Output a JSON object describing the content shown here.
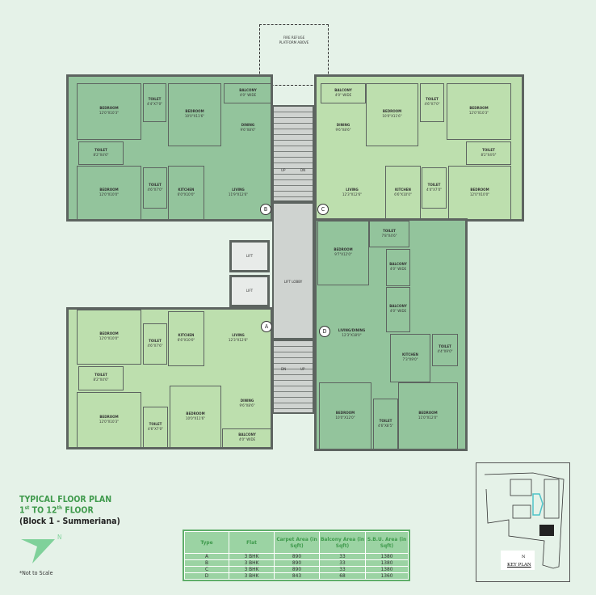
{
  "title": {
    "line1": "TYPICAL FLOOR PLAN",
    "line2_pre": "1",
    "line2_sup1": "st",
    "line2_mid": " TO 12",
    "line2_sup2": "th",
    "line2_post": " FLOOR",
    "line3": "(Block 1 - Summeriana)"
  },
  "north_label": "N",
  "scale_note": "*Not to Scale",
  "fire_refuge": "FIRE REFUGE PLATFORM ABOVE",
  "core": {
    "lift_label": "LIFT",
    "lift_lobby": "LIFT LOBBY",
    "up": "UP",
    "dn": "DN"
  },
  "colors": {
    "unit_medium": "#93c49c",
    "unit_light": "#bddfae",
    "title_green": "#3f9a4c"
  },
  "units": {
    "B": {
      "tag": "B",
      "rooms": [
        {
          "name": "BEDROOM",
          "dim": "12'0\"X10'3\""
        },
        {
          "name": "TOILET",
          "dim": "4'4\"X7'0\""
        },
        {
          "name": "BEDROOM",
          "dim": "10'0\"X11'6\""
        },
        {
          "name": "BALCONY",
          "dim": "4'0\" WIDE"
        },
        {
          "name": "DINING",
          "dim": "9'6\"X8'6\""
        },
        {
          "name": "TOILET",
          "dim": "8'2\"X4'6\""
        },
        {
          "name": "BEDROOM",
          "dim": "12'0\"X10'0\""
        },
        {
          "name": "TOILET",
          "dim": "4'6\"X7'0\""
        },
        {
          "name": "KITCHEN",
          "dim": "6'0\"X10'0\""
        },
        {
          "name": "LIVING",
          "dim": "11'9\"X12'6\""
        }
      ]
    },
    "C": {
      "tag": "C",
      "rooms": [
        {
          "name": "BALCONY",
          "dim": "4'0\" WIDE"
        },
        {
          "name": "BEDROOM",
          "dim": "10'0\"X11'6\""
        },
        {
          "name": "TOILET",
          "dim": "4'6\"X7'0\""
        },
        {
          "name": "BEDROOM",
          "dim": "12'0\"X10'3\""
        },
        {
          "name": "DINING",
          "dim": "9'6\"X8'6\""
        },
        {
          "name": "TOILET",
          "dim": "8'2\"X4'6\""
        },
        {
          "name": "LIVING",
          "dim": "12'3\"X12'6\""
        },
        {
          "name": "KITCHEN",
          "dim": "6'6\"X10'0\""
        },
        {
          "name": "TOILET",
          "dim": "4'4\"X7'0\""
        },
        {
          "name": "BEDROOM",
          "dim": "12'0\"X10'0\""
        }
      ]
    },
    "A": {
      "tag": "A",
      "rooms": [
        {
          "name": "BEDROOM",
          "dim": "12'0\"X10'0\""
        },
        {
          "name": "TOILET",
          "dim": "4'6\"X7'6\""
        },
        {
          "name": "KITCHEN",
          "dim": "6'6\"X10'0\""
        },
        {
          "name": "LIVING",
          "dim": "12'3\"X12'6\""
        },
        {
          "name": "TOILET",
          "dim": "8'2\"X4'6\""
        },
        {
          "name": "BEDROOM",
          "dim": "12'0\"X10'3\""
        },
        {
          "name": "TOILET",
          "dim": "4'6\"X7'0\""
        },
        {
          "name": "BEDROOM",
          "dim": "10'0\"X11'6\""
        },
        {
          "name": "DINING",
          "dim": "9'6\"X8'6\""
        },
        {
          "name": "BALCONY",
          "dim": "4'0\" WIDE"
        }
      ]
    },
    "D": {
      "tag": "D",
      "rooms": [
        {
          "name": "BEDROOM",
          "dim": "9'7\"X12'0\""
        },
        {
          "name": "TOILET",
          "dim": "7'8\"X4'6\""
        },
        {
          "name": "BALCONY",
          "dim": "4'0\" WIDE"
        },
        {
          "name": "BALCONY",
          "dim": "4'0\" WIDE"
        },
        {
          "name": "LIVING/DINING",
          "dim": "12'3\"X18'0\""
        },
        {
          "name": "KITCHEN",
          "dim": "7'3\"X9'0\""
        },
        {
          "name": "TOILET",
          "dim": "4'4\"X9'0\""
        },
        {
          "name": "BEDROOM",
          "dim": "10'0\"X12'0\""
        },
        {
          "name": "TOILET",
          "dim": "4'6\"X8'5\""
        },
        {
          "name": "BEDROOM",
          "dim": "11'0\"X12'0\""
        }
      ]
    }
  },
  "key_plan": {
    "label": "KEY PLAN",
    "north": "N"
  },
  "table": {
    "headers": [
      "Type",
      "Flat",
      "Carpet Area (in Sqft)",
      "Balcony Area (in Sqft)",
      "S.B.U. Area (in Sqft)"
    ],
    "rows": [
      [
        "A",
        "3 BHK",
        "890",
        "33",
        "1380"
      ],
      [
        "B",
        "3 BHK",
        "890",
        "33",
        "1380"
      ],
      [
        "C",
        "3 BHK",
        "890",
        "33",
        "1380"
      ],
      [
        "D",
        "3 BHK",
        "843",
        "68",
        "1360"
      ]
    ]
  }
}
